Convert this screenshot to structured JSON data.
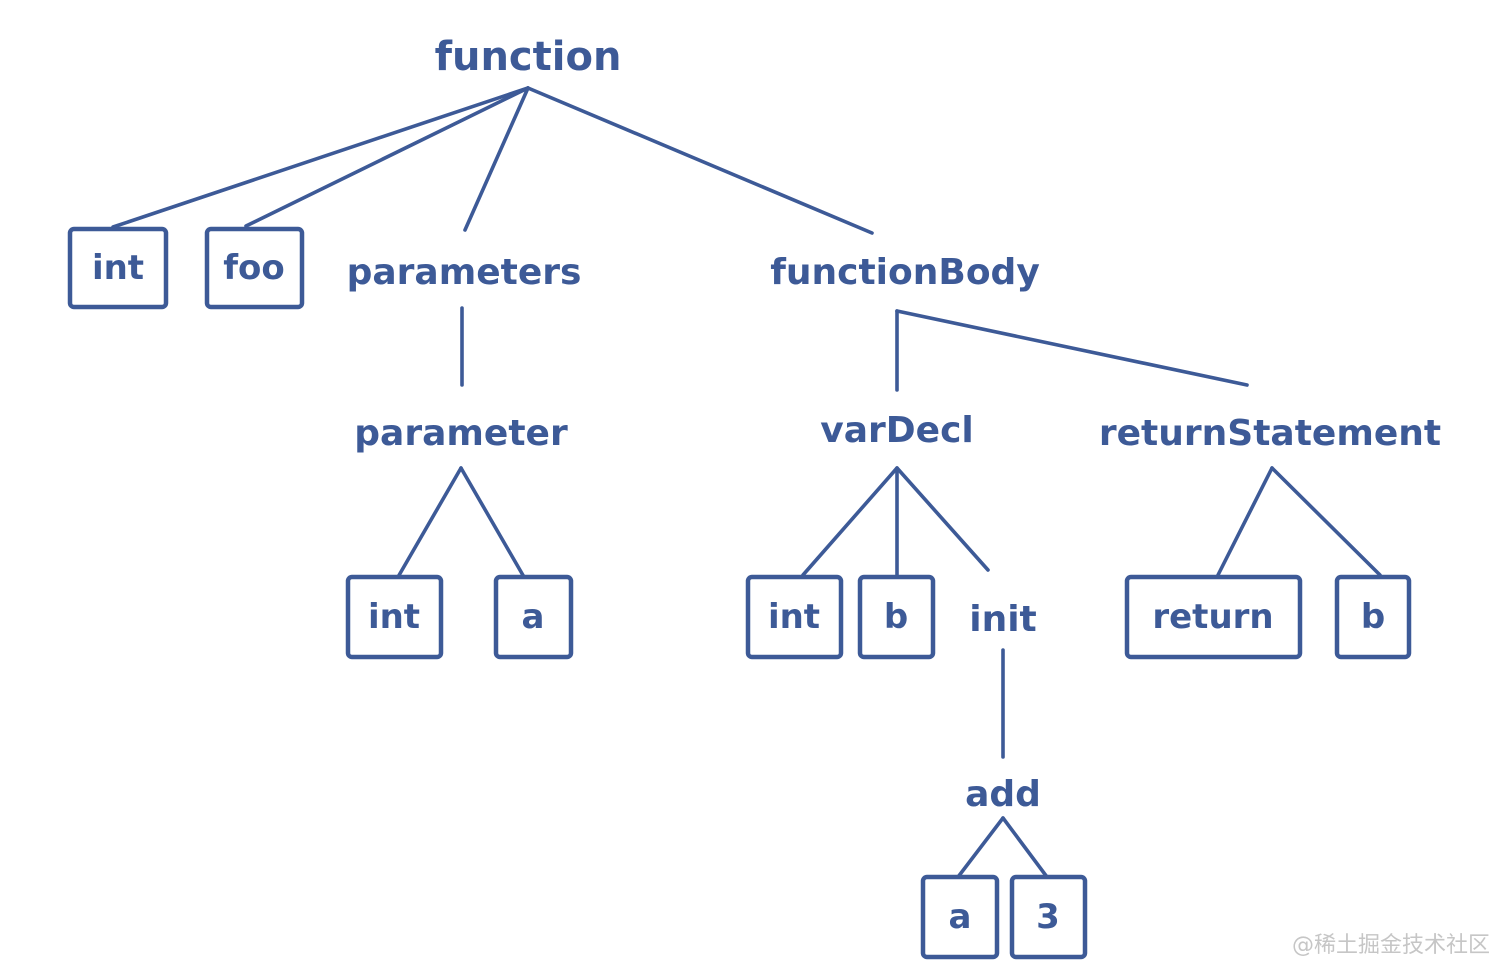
{
  "diagram": {
    "type": "abstract-syntax-tree",
    "colors": {
      "ink": "#3d5a97",
      "background": "#ffffff",
      "watermark_gray": "#c6c6c6"
    }
  },
  "tree": {
    "label": "function",
    "children": [
      {
        "label": "int",
        "boxed": true
      },
      {
        "label": "foo",
        "boxed": true
      },
      {
        "label": "parameters",
        "children": [
          {
            "label": "parameter",
            "children": [
              {
                "label": "int",
                "boxed": true
              },
              {
                "label": "a",
                "boxed": true
              }
            ]
          }
        ]
      },
      {
        "label": "functionBody",
        "children": [
          {
            "label": "varDecl",
            "children": [
              {
                "label": "int",
                "boxed": true
              },
              {
                "label": "b",
                "boxed": true
              },
              {
                "label": "init",
                "children": [
                  {
                    "label": "add",
                    "children": [
                      {
                        "label": "a",
                        "boxed": true
                      },
                      {
                        "label": "3",
                        "boxed": true
                      }
                    ]
                  }
                ]
              }
            ]
          },
          {
            "label": "returnStatement",
            "children": [
              {
                "label": "return",
                "boxed": true
              },
              {
                "label": "b",
                "boxed": true
              }
            ]
          }
        ]
      }
    ]
  },
  "watermark": {
    "text": "@稀土掘金技术社区"
  }
}
